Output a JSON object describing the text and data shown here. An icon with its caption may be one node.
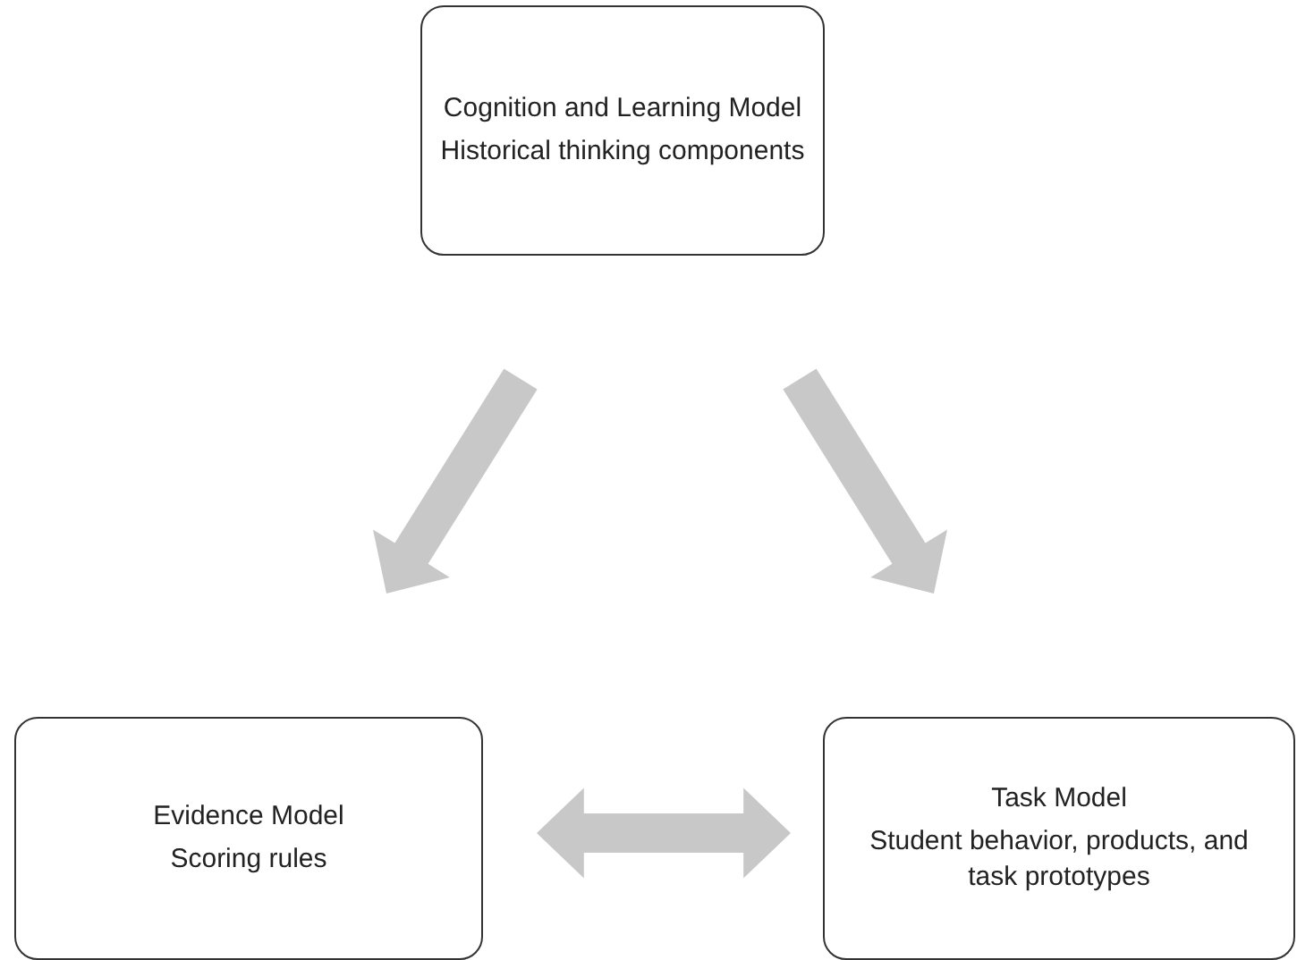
{
  "diagram": {
    "nodes": [
      {
        "text": [
          "Cognition and Learning Model",
          "Historical thinking components"
        ]
      },
      {
        "text": [
          "Evidence Model",
          "Scoring rules"
        ]
      },
      {
        "text": [
          "Task Model",
          "Student behavior, products, and task prototypes"
        ]
      }
    ],
    "edges": [
      {
        "from": 0,
        "to": 1,
        "arrow": "to",
        "style": "thick"
      },
      {
        "from": 0,
        "to": 2,
        "arrow": "to",
        "style": "thick"
      },
      {
        "from": 1,
        "to": 2,
        "arrow": "both",
        "style": "thick"
      }
    ]
  }
}
